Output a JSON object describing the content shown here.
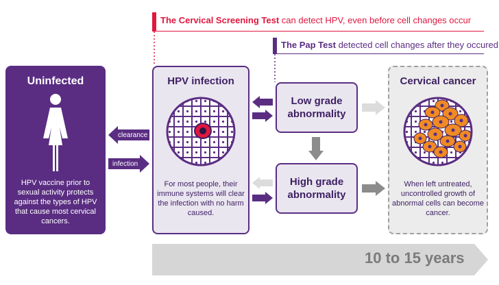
{
  "banners": {
    "screening_bold": "The Cervical Screening Test",
    "screening_rest": " can detect HPV, even before cell changes occur",
    "pap_bold": "The Pap Test",
    "pap_rest": " detected cell changes after they occured"
  },
  "uninfected": {
    "title": "Uninfected",
    "description": "HPV vaccine prior to sexual activity protects against the types of HPV that cause most cervical cancers."
  },
  "hpv_infection": {
    "title": "HPV infection",
    "description": "For most people, their immune systems will clear the infection with no harm caused."
  },
  "low_grade": {
    "line1": "Low grade",
    "line2": "abnormality"
  },
  "high_grade": {
    "line1": "High grade",
    "line2": "abnormality"
  },
  "cervical_cancer": {
    "title": "Cervical cancer",
    "description": "When left untreated, uncontrolled growth of abnormal cells can become cancer."
  },
  "arrows": {
    "clearance": "clearance",
    "infection": "infection"
  },
  "timeline": {
    "label": "10 to 15 years"
  },
  "colors": {
    "purple": "#5a2d82",
    "red": "#e0173f",
    "grey": "#d0d0d0",
    "orange": "#f08a24"
  }
}
